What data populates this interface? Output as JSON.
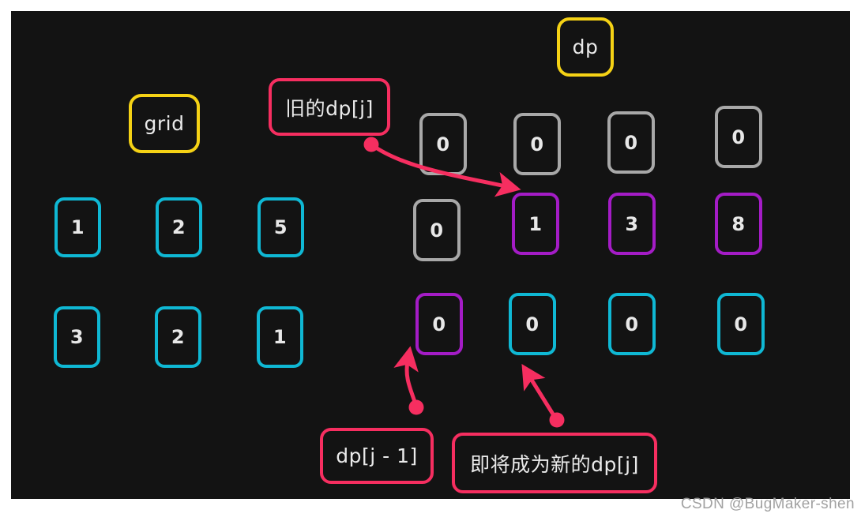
{
  "diagram": {
    "title_boxes": [
      {
        "id": "grid",
        "label": "grid",
        "color": "#f5d215"
      },
      {
        "id": "dp",
        "label": "dp",
        "color": "#f5d215"
      }
    ],
    "annotations": [
      {
        "id": "old-dp-j",
        "label": "旧的dp[j]",
        "color": "#f62e60"
      },
      {
        "id": "dp-j-minus-1",
        "label": "dp[j - 1]",
        "color": "#f62e60"
      },
      {
        "id": "new-dp-j",
        "label": "即将成为新的dp[j]",
        "color": "#f62e60"
      }
    ],
    "grid_table": {
      "rows": [
        {
          "values": [
            "1",
            "2",
            "5"
          ],
          "color": "cyan"
        },
        {
          "values": [
            "3",
            "2",
            "1"
          ],
          "color": "cyan"
        }
      ]
    },
    "dp_table": {
      "rows": [
        {
          "values": [
            "0",
            "0",
            "0",
            "0"
          ],
          "colors": [
            "grey",
            "grey",
            "grey",
            "grey"
          ]
        },
        {
          "values": [
            "0",
            "1",
            "3",
            "8"
          ],
          "colors": [
            "grey",
            "purple",
            "purple",
            "purple"
          ]
        },
        {
          "values": [
            "0",
            "0",
            "0",
            "0"
          ],
          "colors": [
            "purple",
            "cyan",
            "cyan",
            "cyan"
          ]
        }
      ]
    },
    "colors": {
      "background": "#131313",
      "page": "#ffffff",
      "cyan": "#0fb8d4",
      "grey": "#a8a8a8",
      "purple": "#a41cc6",
      "yellow": "#f5d215",
      "pink": "#f62e60",
      "text": "#e8e8e8"
    },
    "watermark": "CSDN @BugMaker-shen"
  }
}
